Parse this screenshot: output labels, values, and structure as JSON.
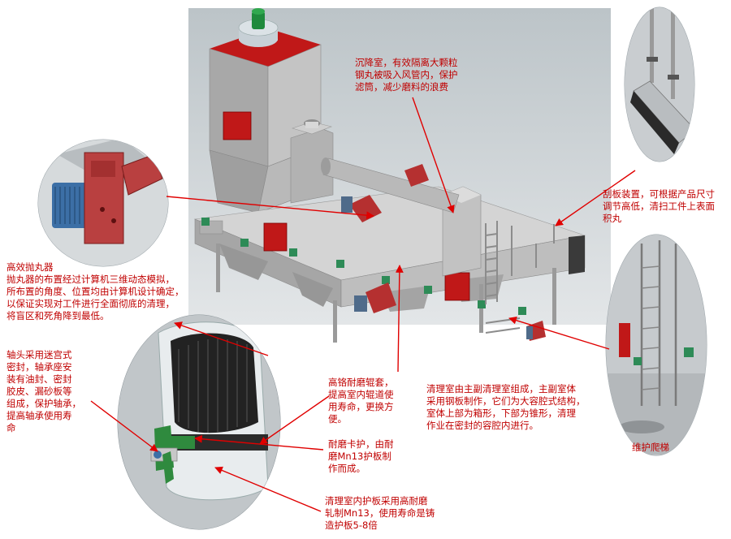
{
  "callouts": {
    "settling_chamber": "沉降室，有效隔离大颗粒\n钢丸被吸入风管内，保护\n滤筒，减少磨料的浪费",
    "scraper": "刮板装置，可根据产品尺寸\n调节高低，清扫工件上表面\n积丸",
    "blast_wheel": "高效抛丸器\n抛丸器的布置经过计算机三维动态模拟，\n所布置的角度、位置均由计算机设计确定，\n以保证实现对工件进行全面彻底的清理，\n将盲区和死角降到最低。",
    "shaft_seal": "轴头采用迷宫式\n密封，轴承座安\n装有油封、密封\n胶皮、漏砂板等\n组成，保护轴承，\n提高轴承使用寿\n命",
    "roller_sleeve": "高铬耐磨辊套，\n提高室内辊道使\n用寿命，更换方\n便。",
    "clamp_guard": "耐磨卡护，由耐\n磨Mn13护板制\n作而成。",
    "cleaning_chamber": "清理室由主副清理室组成，主副室体\n采用钢板制作，它们为大容腔式结构，\n室体上部为箱形，下部为锥形，清理\n作业在密封的容腔内进行。",
    "ladder": "维护爬梯",
    "liner_plate": "清理室内护板采用高耐磨\n轧制Mn13，使用寿命是铸\n造护板5-8倍"
  },
  "colors": {
    "callout_text": "#c00000",
    "arrow": "#e00000",
    "machine_red": "#c01818",
    "machine_gray": "#a9a9a9"
  }
}
